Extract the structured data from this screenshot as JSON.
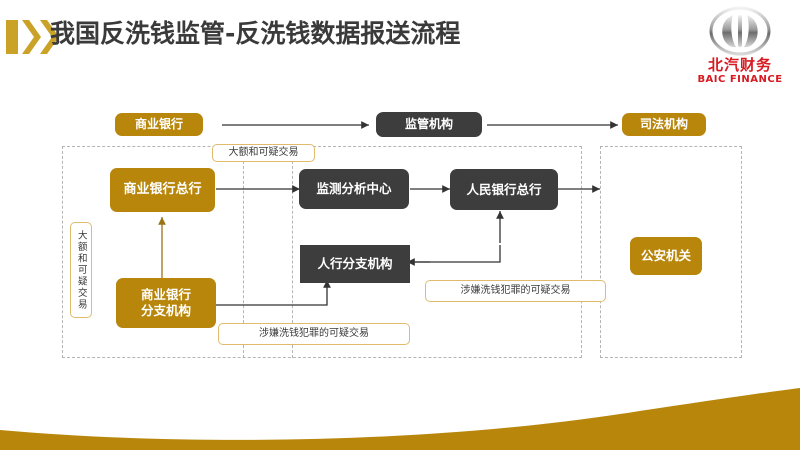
{
  "header": {
    "title": "我国反洗钱监管-反洗钱数据报送流程",
    "chevron_icon": "double-chevron-right-icon",
    "accent_color": "#c9a227"
  },
  "logo": {
    "emblem_icon": "baic-roundel-icon",
    "name_cn": "北汽财务",
    "name_en": "BAIC FINANCE",
    "color": "#d71920"
  },
  "theme": {
    "gold": "#b8860b",
    "dark": "#3d3d3d",
    "chip_border": "#e0bb6e",
    "dashed_border": "#b5b5b5",
    "wave": "#b8860b",
    "title_color": "#3a3a3a"
  },
  "diagram": {
    "type": "flowchart",
    "top_row": [
      {
        "id": "commercial-bank",
        "label": "商业银行",
        "style": "gold"
      },
      {
        "id": "regulator",
        "label": "监管机构",
        "style": "dark"
      },
      {
        "id": "judicial-organ",
        "label": "司法机构",
        "style": "gold"
      }
    ],
    "nodes": [
      {
        "id": "commercial-bank-hq",
        "label": "商业银行总行",
        "style": "gold"
      },
      {
        "id": "monitoring-analysis-center",
        "label": "监测分析中心",
        "style": "dark"
      },
      {
        "id": "pboc-hq",
        "label": "人民银行总行",
        "style": "dark"
      },
      {
        "id": "commercial-bank-branch",
        "label": "商业银行\n分支机构",
        "style": "gold"
      },
      {
        "id": "pboc-branch",
        "label": "人行分支机构",
        "style": "dark"
      },
      {
        "id": "public-security-organ",
        "label": "公安机关",
        "style": "gold"
      }
    ],
    "labels": [
      {
        "id": "large-suspicious-top",
        "text": "大额和可疑交易",
        "orientation": "horizontal"
      },
      {
        "id": "large-suspicious-left",
        "text": "大额和可疑交易",
        "orientation": "vertical"
      },
      {
        "id": "ml-suspicious-bottom",
        "text": "涉嫌洗钱犯罪的可疑交易",
        "orientation": "horizontal"
      },
      {
        "id": "ml-suspicious-right",
        "text": "涉嫌洗钱犯罪的可疑交易",
        "orientation": "horizontal"
      }
    ],
    "edges": [
      {
        "from": "commercial-bank",
        "to": "regulator"
      },
      {
        "from": "regulator",
        "to": "judicial-organ"
      },
      {
        "from": "commercial-bank-hq",
        "to": "monitoring-analysis-center"
      },
      {
        "from": "monitoring-analysis-center",
        "to": "pboc-hq"
      },
      {
        "from": "pboc-hq",
        "to": "public-security-organ"
      },
      {
        "from": "commercial-bank-branch",
        "to": "commercial-bank-hq"
      },
      {
        "from": "commercial-bank-branch",
        "to": "pboc-branch"
      },
      {
        "from": "pboc-branch",
        "to": "pboc-hq"
      }
    ]
  }
}
